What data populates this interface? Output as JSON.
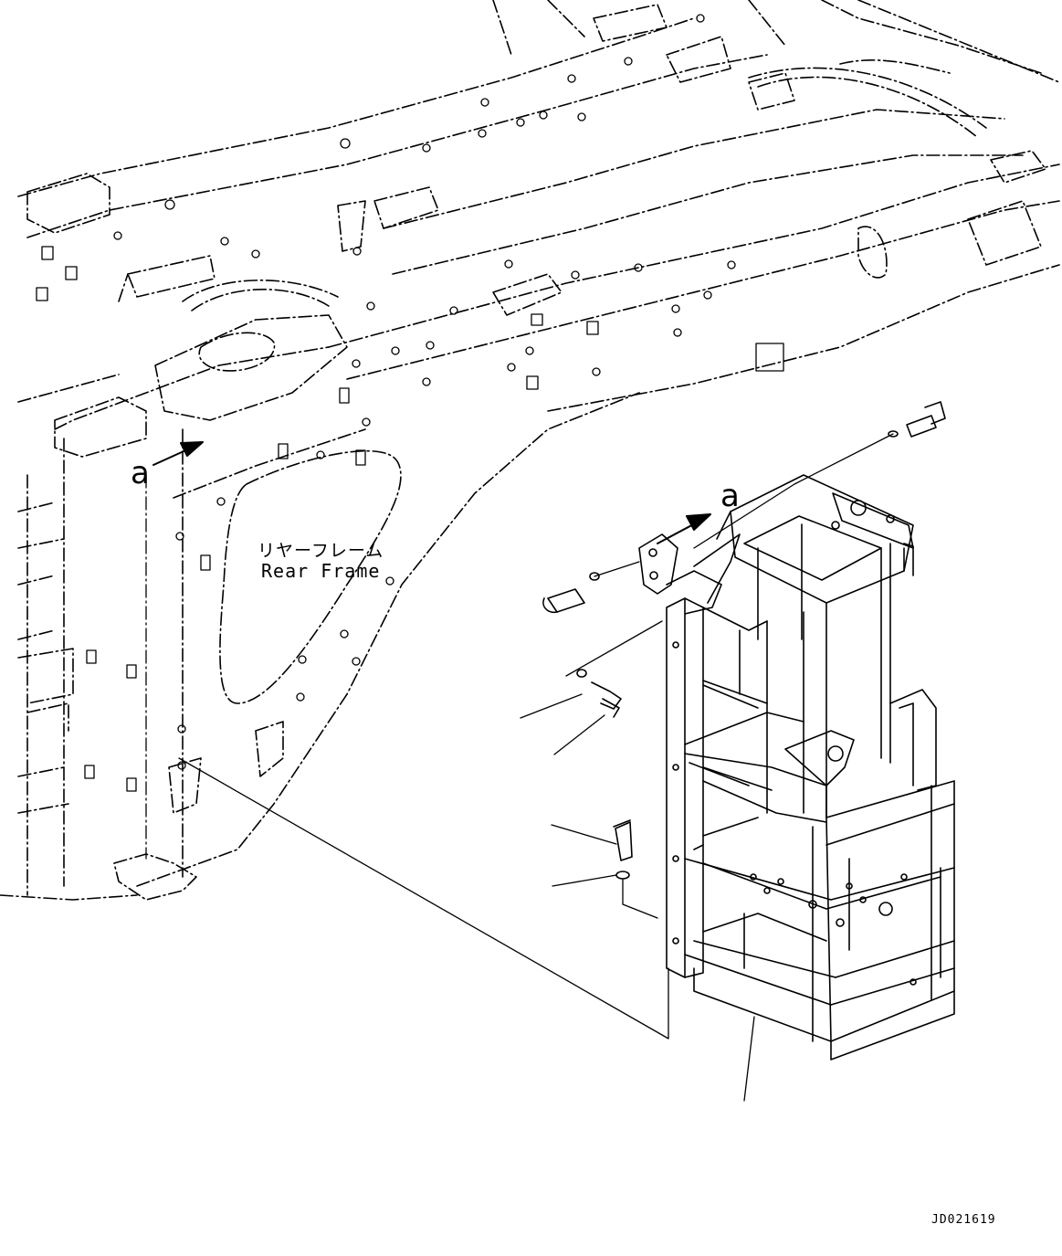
{
  "frame_label": {
    "japanese": "リヤーフレーム",
    "english": "Rear Frame"
  },
  "detail_marks": {
    "left": "a",
    "right": "a"
  },
  "drawing_code": "JD021619",
  "colors": {
    "line": "#000000",
    "background": "#ffffff"
  }
}
